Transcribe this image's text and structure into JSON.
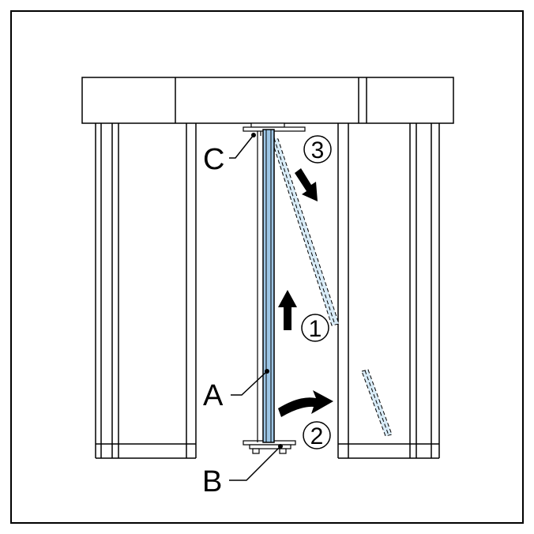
{
  "labels": {
    "a": "A",
    "b": "B",
    "c": "C"
  },
  "steps": [
    {
      "number": "1",
      "arrow": "up-arrow"
    },
    {
      "number": "2",
      "arrow": "curved-arrow"
    },
    {
      "number": "3",
      "arrow": "down-right-arrow"
    }
  ],
  "colors": {
    "door_panel": "#9dc6e6",
    "door_panel_dashed": "#d8ebf7",
    "line": "#000000"
  }
}
